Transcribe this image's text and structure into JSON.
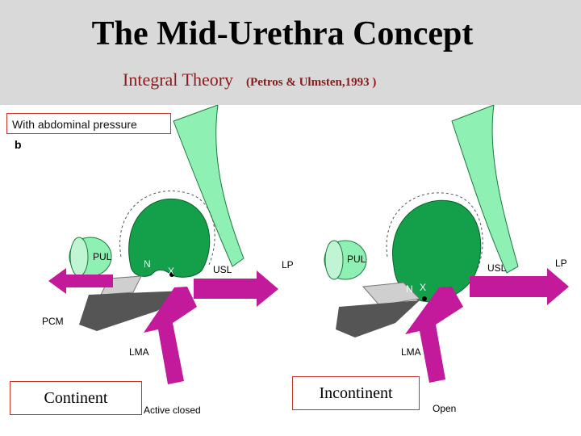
{
  "title": "The Mid-Urethra Concept",
  "subtitle": "Integral Theory",
  "citation": "(Petros & Ulmsten,1993 )",
  "pressure_label": "With abdominal pressure",
  "panel_letter": "b",
  "left_panel": {
    "caption": "Continent",
    "labels": {
      "pul": "PUL",
      "n": "N",
      "x": "X",
      "usl": "USL",
      "lp": "LP",
      "pcm": "PCM",
      "lma": "LMA",
      "state": "Active closed"
    }
  },
  "right_panel": {
    "caption": "Incontinent",
    "labels": {
      "pul": "PUL",
      "n": "N",
      "x": "X",
      "usl": "USL",
      "lp": "LP",
      "lma": "LMA",
      "state": "Open"
    }
  },
  "colors": {
    "green_dark": "#14a04a",
    "green_light": "#8ff0b4",
    "magenta": "#c21a9a",
    "grey_dark": "#555555",
    "grey_light": "#cfcfcf",
    "title_red": "#8b1a1a"
  }
}
